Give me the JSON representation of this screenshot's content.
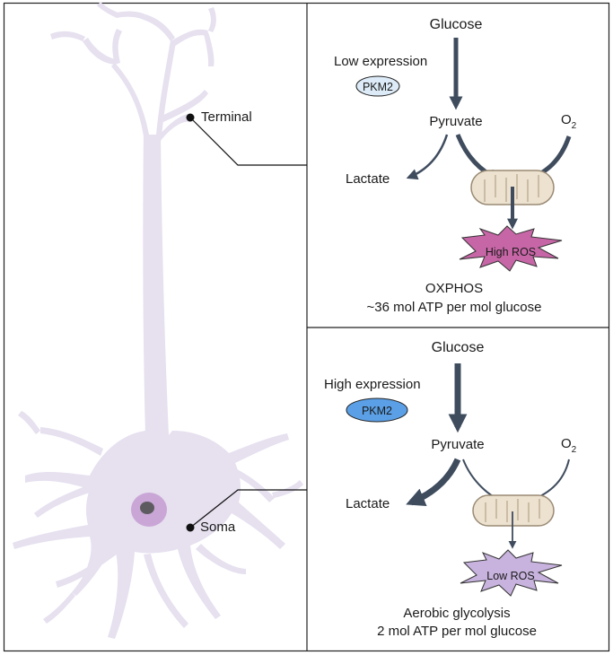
{
  "neuron": {
    "terminal_label": "Terminal",
    "soma_label": "Soma"
  },
  "panels": {
    "top": {
      "glucose": "Glucose",
      "expression": "Low expression",
      "enzyme": "PKM2",
      "pyruvate": "Pyruvate",
      "oxygen": "O",
      "oxygen_sub": "2",
      "lactate": "Lactate",
      "ros": "High ROS",
      "pathway": "OXPHOS",
      "yield": "~36 mol ATP per mol glucose"
    },
    "bottom": {
      "glucose": "Glucose",
      "expression": "High expression",
      "enzyme": "PKM2",
      "pyruvate": "Pyruvate",
      "oxygen": "O",
      "oxygen_sub": "2",
      "lactate": "Lactate",
      "ros": "Low ROS",
      "pathway": "Aerobic glycolysis",
      "yield": "2 mol ATP per mol glucose"
    }
  },
  "colors": {
    "neuron_fill": "#e6e0ef",
    "nucleus": "#c9a6d6",
    "nucleolus": "#5e5b60",
    "arrow": "#3f4c5e",
    "mito_fill": "#ece2cf",
    "mito_stroke": "#9a8a74",
    "pkm2_low": "#dcebf7",
    "pkm2_high": "#5ba0e6",
    "ros_high": "#c766a6",
    "ros_low": "#c8b3de"
  }
}
